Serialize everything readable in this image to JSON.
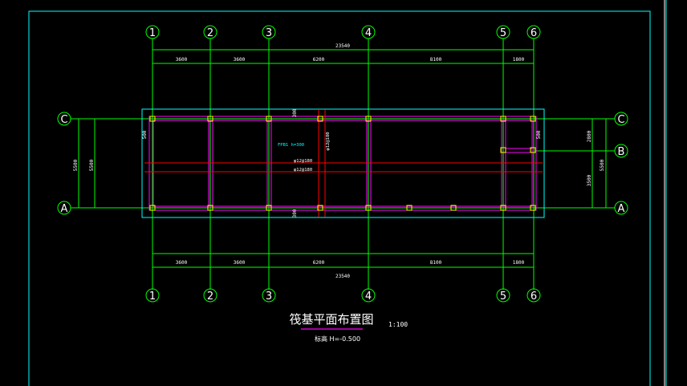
{
  "drawing": {
    "title": "筏基平面布置图",
    "scale": "1:100",
    "note": "标高 H=-0.500",
    "label_a": "FPB1 h=300",
    "label_b": "φ12@180",
    "label_c": "φ12@180",
    "label_vert": "φ12@180",
    "colors": {
      "background": "#000000",
      "axis": "#00ff00",
      "frame": "#00ffff",
      "beam": "#ff00ff",
      "rebar": "#ff0000",
      "column": "#ffff00"
    }
  },
  "axes_x": [
    {
      "label": "1"
    },
    {
      "label": "2"
    },
    {
      "label": "3"
    },
    {
      "label": "4"
    },
    {
      "label": "5"
    },
    {
      "label": "6"
    }
  ],
  "axes_y": [
    {
      "label": "C"
    },
    {
      "label": "B"
    },
    {
      "label": "A"
    }
  ],
  "dims_x": {
    "segments": [
      "3600",
      "3600",
      "6200",
      "8100",
      "1800"
    ],
    "total": "23540"
  },
  "dims_y": {
    "left_total": "5500",
    "left_inner": "5500",
    "right_top": "2800",
    "right_bottom": "3500",
    "right_total": "5500",
    "side_left": "500",
    "side_right": "500",
    "mid_top": "300",
    "mid_bottom": "300"
  }
}
